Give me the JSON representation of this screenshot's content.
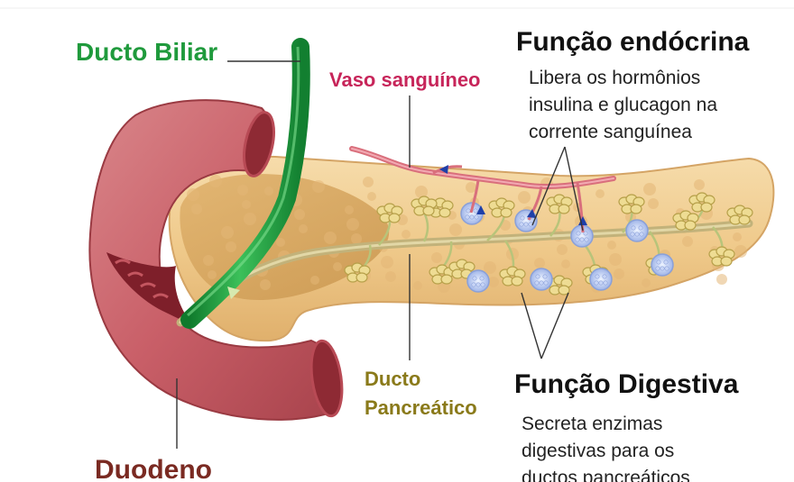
{
  "labels": {
    "ducto_biliar": "Ducto Biliar",
    "vaso_sanguineo": "Vaso sanguíneo",
    "ducto_pancreatico_1": "Ducto",
    "ducto_pancreatico_2": "Pancreático",
    "duodeno": "Duodeno"
  },
  "endocrine": {
    "title": "Função endócrina",
    "lines": [
      "Libera os hormônios",
      "insulina e glucagon na",
      "corrente sanguínea"
    ]
  },
  "digestive": {
    "title": "Função Digestiva",
    "lines": [
      "Secreta enzimas",
      "digestivas para os",
      "ductos pancreáticos"
    ]
  },
  "colors": {
    "bile_duct_label": "#1f9a3c",
    "vessel_label": "#c7255a",
    "pancreatic_duct_label": "#8a7a1a",
    "duodenum_label": "#7a2a22"
  }
}
